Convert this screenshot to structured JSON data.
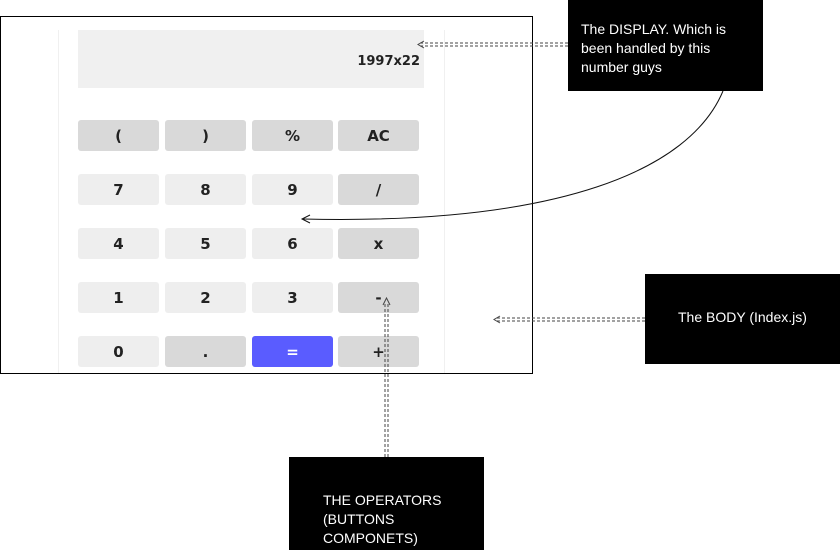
{
  "calculator": {
    "display_value": "1997x22",
    "rows": [
      [
        {
          "label": "(",
          "tone": "dark",
          "name": "open-paren-button"
        },
        {
          "label": ")",
          "tone": "dark",
          "name": "close-paren-button"
        },
        {
          "label": "%",
          "tone": "dark",
          "name": "percent-button"
        },
        {
          "label": "AC",
          "tone": "dark",
          "name": "clear-button"
        }
      ],
      [
        {
          "label": "7",
          "tone": "light",
          "name": "digit-7-button"
        },
        {
          "label": "8",
          "tone": "light",
          "name": "digit-8-button"
        },
        {
          "label": "9",
          "tone": "light",
          "name": "digit-9-button"
        },
        {
          "label": "/",
          "tone": "dark",
          "name": "divide-button"
        }
      ],
      [
        {
          "label": "4",
          "tone": "light",
          "name": "digit-4-button"
        },
        {
          "label": "5",
          "tone": "light",
          "name": "digit-5-button"
        },
        {
          "label": "6",
          "tone": "light",
          "name": "digit-6-button"
        },
        {
          "label": "x",
          "tone": "dark",
          "name": "multiply-button"
        }
      ],
      [
        {
          "label": "1",
          "tone": "light",
          "name": "digit-1-button"
        },
        {
          "label": "2",
          "tone": "light",
          "name": "digit-2-button"
        },
        {
          "label": "3",
          "tone": "light",
          "name": "digit-3-button"
        },
        {
          "label": "-",
          "tone": "dark",
          "name": "subtract-button"
        }
      ],
      [
        {
          "label": "0",
          "tone": "light",
          "name": "digit-0-button"
        },
        {
          "label": ".",
          "tone": "dark",
          "name": "decimal-button"
        },
        {
          "label": "=",
          "tone": "accent",
          "name": "equals-button"
        },
        {
          "label": "+",
          "tone": "dark",
          "name": "add-button"
        }
      ]
    ]
  },
  "annotations": {
    "display": "The DISPLAY. Which is\nbeen handled by this\nnumber guys",
    "body": "The BODY (Index.js)",
    "operators": "THE OPERATORS\n(BUTTONS\nCOMPONETS)"
  },
  "colors": {
    "accent": "#5a5cff",
    "key_light": "#eeeeee",
    "key_dark": "#d9d9d9",
    "display_bg": "#f0f0f0",
    "annotation_bg": "#000000"
  }
}
